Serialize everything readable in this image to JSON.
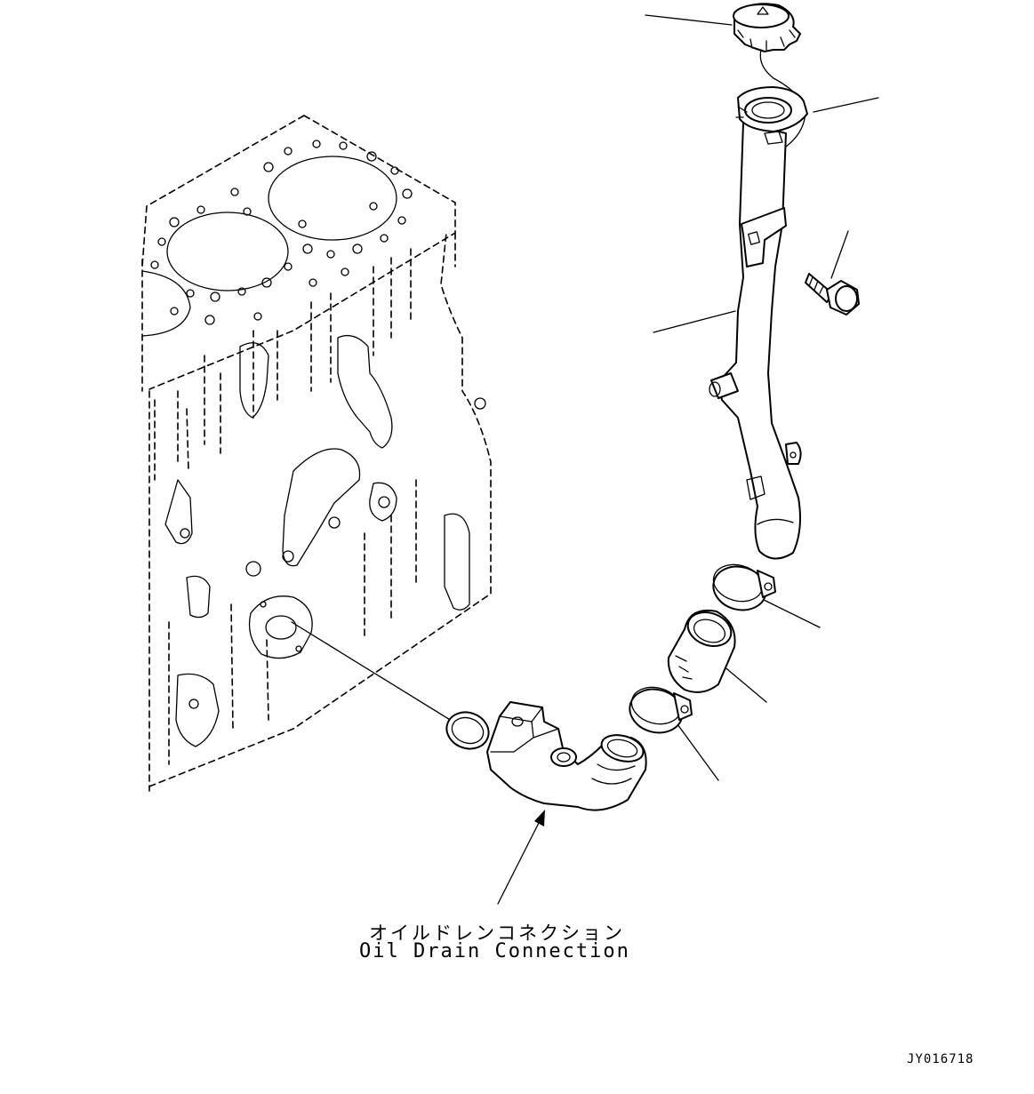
{
  "callout": {
    "label_ja": "オイルドレンコネクション",
    "label_en": "Oil Drain Connection"
  },
  "drawing_id": "JY016718"
}
